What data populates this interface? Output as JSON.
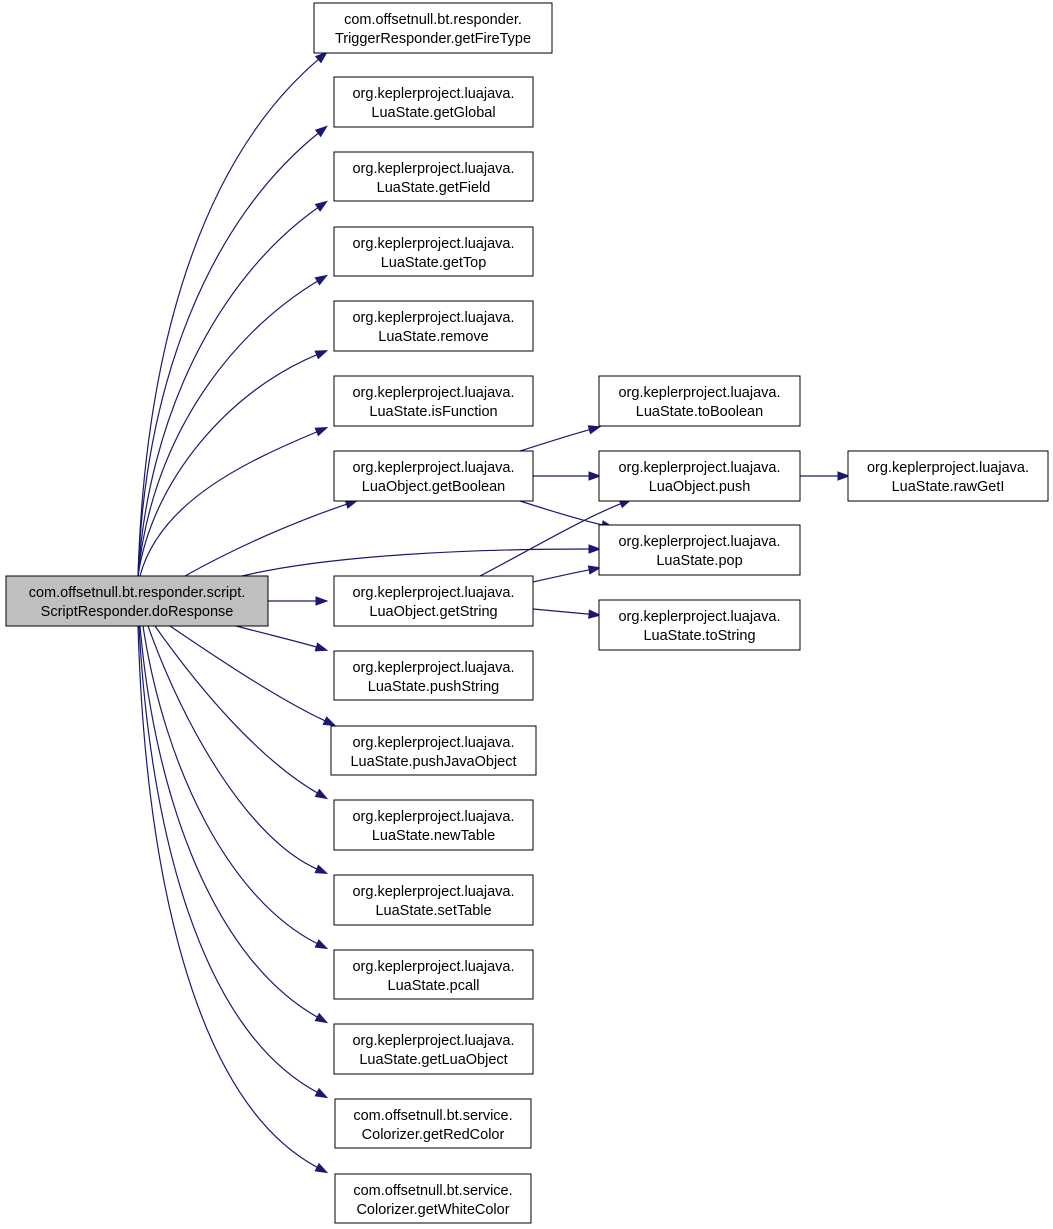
{
  "colors": {
    "edge": "#191970",
    "root_fill": "#bfbfbf",
    "node_fill": "#ffffff",
    "node_border": "#000000"
  },
  "nodes": [
    {
      "id": "root",
      "line1": "com.offsetnull.bt.responder.script.",
      "line2": "ScriptResponder.doResponse",
      "root": true
    },
    {
      "id": "getFireType",
      "line1": "com.offsetnull.bt.responder.",
      "line2": "TriggerResponder.getFireType"
    },
    {
      "id": "getGlobal",
      "line1": "org.keplerproject.luajava.",
      "line2": "LuaState.getGlobal"
    },
    {
      "id": "getField",
      "line1": "org.keplerproject.luajava.",
      "line2": "LuaState.getField"
    },
    {
      "id": "getTop",
      "line1": "org.keplerproject.luajava.",
      "line2": "LuaState.getTop"
    },
    {
      "id": "remove",
      "line1": "org.keplerproject.luajava.",
      "line2": "LuaState.remove"
    },
    {
      "id": "isFunction",
      "line1": "org.keplerproject.luajava.",
      "line2": "LuaState.isFunction"
    },
    {
      "id": "getBoolean",
      "line1": "org.keplerproject.luajava.",
      "line2": "LuaObject.getBoolean"
    },
    {
      "id": "getString",
      "line1": "org.keplerproject.luajava.",
      "line2": "LuaObject.getString"
    },
    {
      "id": "pushString",
      "line1": "org.keplerproject.luajava.",
      "line2": "LuaState.pushString"
    },
    {
      "id": "pushJavaObject",
      "line1": "org.keplerproject.luajava.",
      "line2": "LuaState.pushJavaObject"
    },
    {
      "id": "newTable",
      "line1": "org.keplerproject.luajava.",
      "line2": "LuaState.newTable"
    },
    {
      "id": "setTable",
      "line1": "org.keplerproject.luajava.",
      "line2": "LuaState.setTable"
    },
    {
      "id": "pcall",
      "line1": "org.keplerproject.luajava.",
      "line2": "LuaState.pcall"
    },
    {
      "id": "getLuaObject",
      "line1": "org.keplerproject.luajava.",
      "line2": "LuaState.getLuaObject"
    },
    {
      "id": "getRedColor",
      "line1": "com.offsetnull.bt.service.",
      "line2": "Colorizer.getRedColor"
    },
    {
      "id": "getWhiteColor",
      "line1": "com.offsetnull.bt.service.",
      "line2": "Colorizer.getWhiteColor"
    },
    {
      "id": "toBoolean",
      "line1": "org.keplerproject.luajava.",
      "line2": "LuaState.toBoolean"
    },
    {
      "id": "push",
      "line1": "org.keplerproject.luajava.",
      "line2": "LuaObject.push"
    },
    {
      "id": "pop",
      "line1": "org.keplerproject.luajava.",
      "line2": "LuaState.pop"
    },
    {
      "id": "toString",
      "line1": "org.keplerproject.luajava.",
      "line2": "LuaState.toString"
    },
    {
      "id": "rawGetI",
      "line1": "org.keplerproject.luajava.",
      "line2": "LuaState.rawGetI"
    }
  ],
  "edges": [
    {
      "from": "root",
      "to": "getFireType"
    },
    {
      "from": "root",
      "to": "getGlobal"
    },
    {
      "from": "root",
      "to": "getField"
    },
    {
      "from": "root",
      "to": "getTop"
    },
    {
      "from": "root",
      "to": "remove"
    },
    {
      "from": "root",
      "to": "isFunction"
    },
    {
      "from": "root",
      "to": "getBoolean"
    },
    {
      "from": "root",
      "to": "pop"
    },
    {
      "from": "root",
      "to": "getString"
    },
    {
      "from": "root",
      "to": "pushString"
    },
    {
      "from": "root",
      "to": "pushJavaObject"
    },
    {
      "from": "root",
      "to": "newTable"
    },
    {
      "from": "root",
      "to": "setTable"
    },
    {
      "from": "root",
      "to": "pcall"
    },
    {
      "from": "root",
      "to": "getLuaObject"
    },
    {
      "from": "root",
      "to": "getRedColor"
    },
    {
      "from": "root",
      "to": "getWhiteColor"
    },
    {
      "from": "getBoolean",
      "to": "toBoolean"
    },
    {
      "from": "getBoolean",
      "to": "push"
    },
    {
      "from": "getBoolean",
      "to": "pop"
    },
    {
      "from": "getString",
      "to": "push"
    },
    {
      "from": "getString",
      "to": "pop"
    },
    {
      "from": "getString",
      "to": "toString"
    },
    {
      "from": "push",
      "to": "rawGetI"
    }
  ]
}
